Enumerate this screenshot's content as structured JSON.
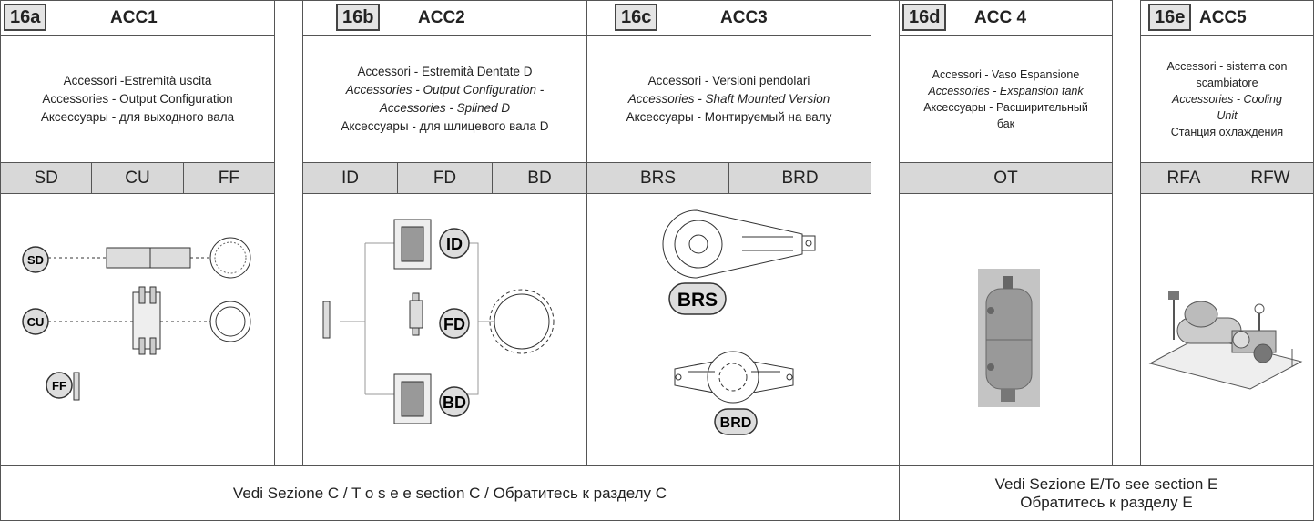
{
  "panels": [
    {
      "tag": "16a",
      "title": "ACC1",
      "desc": [
        "Accessori -Estremità uscita",
        "Accessories - Output Configuration",
        "Аксессуары - для выходного вала"
      ],
      "codes": [
        "SD",
        "CU",
        "FF"
      ],
      "callouts": [
        "SD",
        "CU",
        "FF"
      ]
    },
    {
      "tag": "16b",
      "title": "ACC2",
      "desc": [
        "Accessori - Estremità Dentate D",
        "Accessories - Output Configuration -",
        "Accessories - Splined D",
        "Аксессуары - для шлицевого вала D"
      ],
      "codes": [
        "ID",
        "FD",
        "BD"
      ],
      "callouts": [
        "ID",
        "FD",
        "BD"
      ]
    },
    {
      "tag": "16c",
      "title": "ACC3",
      "desc": [
        "Accessori - Versioni pendolari",
        "Accessories - Shaft Mounted Version",
        "Аксессуары - Монтируемый на валу"
      ],
      "codes": [
        "BRS",
        "BRD"
      ],
      "callouts": [
        "BRS",
        "BRD"
      ]
    },
    {
      "tag": "16d",
      "title": "ACC 4",
      "desc": [
        "Accessori - Vaso Espansione",
        "Accessories - Exspansion tank",
        "Аксессуары - Расширительный",
        "бак"
      ],
      "codes": [
        "OT"
      ]
    },
    {
      "tag": "16e",
      "title": "ACC5",
      "desc": [
        "Accessori - sistema con",
        "scambiatore",
        "Accessories - Cooling",
        "Unit",
        "Станция охлаждения"
      ],
      "codes": [
        "RFA",
        "RFW"
      ]
    }
  ],
  "footer_left": "Vedi Sezione C / T o s e e section C / Обратитесь к разделу C",
  "footer_right": [
    "Vedi Sezione E/To see section E",
    "Обратитесь к разделу E"
  ]
}
